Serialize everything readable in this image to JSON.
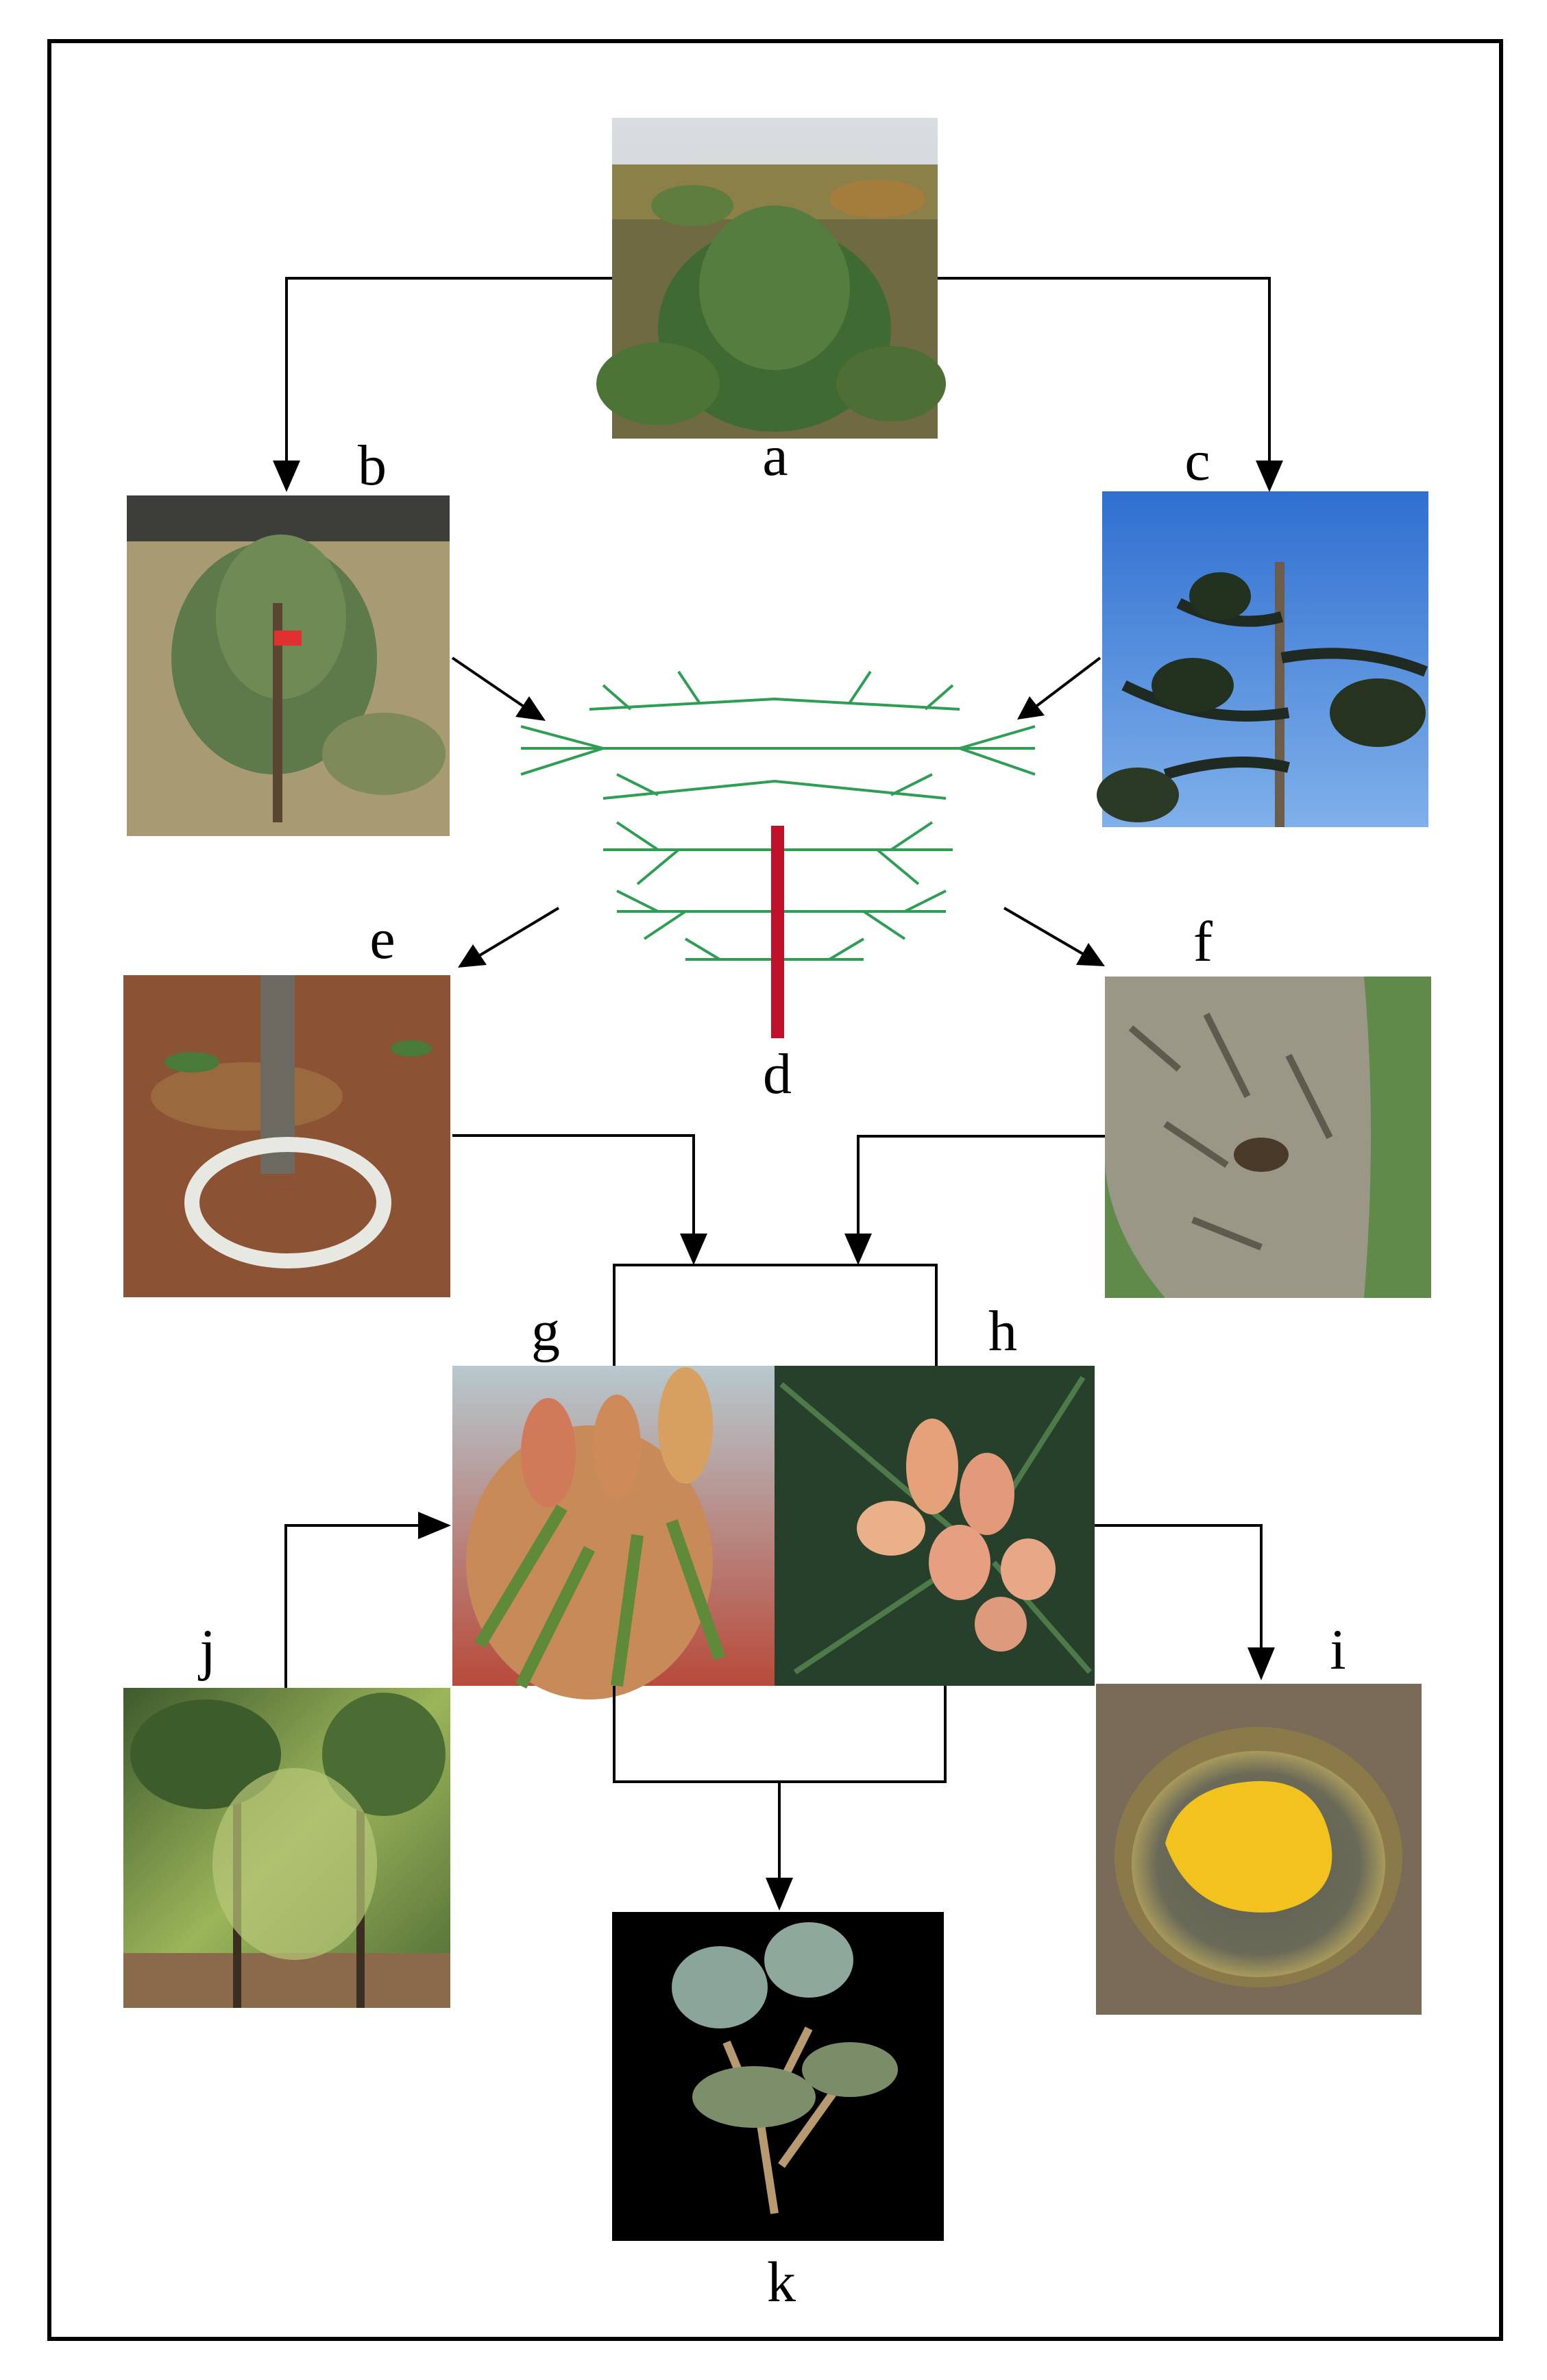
{
  "panels": {
    "a": {
      "label": "a",
      "content": "pine plantation field"
    },
    "b": {
      "label": "b",
      "content": "young pine with red marker"
    },
    "c": {
      "label": "c",
      "content": "pine branches against blue sky"
    },
    "d": {
      "label": "d",
      "content": "tree crown schematic"
    },
    "e": {
      "label": "e",
      "content": "trunk with white ring on forest floor"
    },
    "f": {
      "label": "f",
      "content": "pine bark close-up"
    },
    "g": {
      "label": "g",
      "content": "female cone buds"
    },
    "h": {
      "label": "h",
      "content": "pink male cones"
    },
    "i": {
      "label": "i",
      "content": "yellow pollen in metal dish"
    },
    "j": {
      "label": "j",
      "content": "sunlit pine forest"
    },
    "k": {
      "label": "k",
      "content": "cone branch on black background"
    }
  },
  "colors": {
    "border": "#000000",
    "connector": "#000000",
    "schematic_branch": "#2f9e55",
    "schematic_trunk": "#c0102a"
  }
}
